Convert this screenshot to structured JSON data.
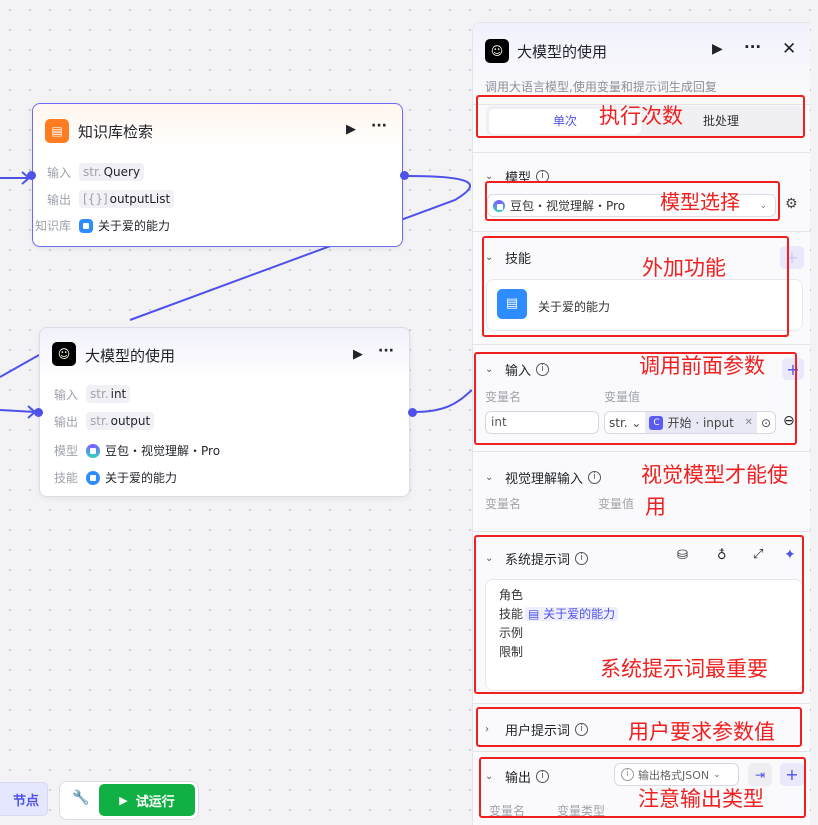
{
  "canvas": {
    "node_kb": {
      "title": "知识库检索",
      "rows": [
        {
          "label": "输入",
          "type": "str.",
          "value": "Query"
        },
        {
          "label": "输出",
          "type": "[{}]",
          "value": "outputList"
        },
        {
          "label": "知识库",
          "value": "关于爱的能力"
        }
      ]
    },
    "node_llm": {
      "title": "大模型的使用",
      "rows": [
        {
          "label": "输入",
          "type": "str.",
          "value": "int"
        },
        {
          "label": "输出",
          "type": "str.",
          "value": "output"
        },
        {
          "label": "模型",
          "value": "豆包・视觉理解・Pro"
        },
        {
          "label": "技能",
          "value": "关于爱的能力"
        }
      ]
    },
    "toolbar": {
      "add_node": "节点",
      "test_run": "试运行"
    }
  },
  "panel": {
    "title": "大模型的使用",
    "description": "调用大语言模型,使用变量和提示词生成回复",
    "tabs": [
      "单次",
      "批处理"
    ],
    "model": {
      "label": "模型",
      "value": "豆包・视觉理解・Pro"
    },
    "skills": {
      "label": "技能",
      "items": [
        "关于爱的能力"
      ]
    },
    "input": {
      "label": "输入",
      "col_name": "变量名",
      "col_value": "变量值",
      "name": "int",
      "type": "str.",
      "ref_node": "开始",
      "ref_var": "input"
    },
    "vision_input": {
      "label": "视觉理解输入",
      "col_name": "变量名",
      "col_value": "变量值"
    },
    "system_prompt": {
      "label": "系统提示词",
      "lines": [
        "角色",
        "技能",
        "示例",
        "限制"
      ],
      "skill_ref": "关于爱的能力"
    },
    "user_prompt": {
      "label": "用户提示词"
    },
    "output": {
      "label": "输出",
      "format": "输出格式JSON",
      "col_name": "变量名",
      "col_type": "变量类型"
    }
  },
  "annotations": [
    "执行次数",
    "模型选择",
    "外加功能",
    "调用前面参数",
    "视觉模型才能使",
    "用",
    "系统提示词最重要",
    "用户要求参数值",
    "注意输出类型"
  ],
  "colors": {
    "accent": "#4e52e8",
    "run_green": "#10b044",
    "annotation_red": "#f02020",
    "kb_orange": "#ff7d21"
  }
}
